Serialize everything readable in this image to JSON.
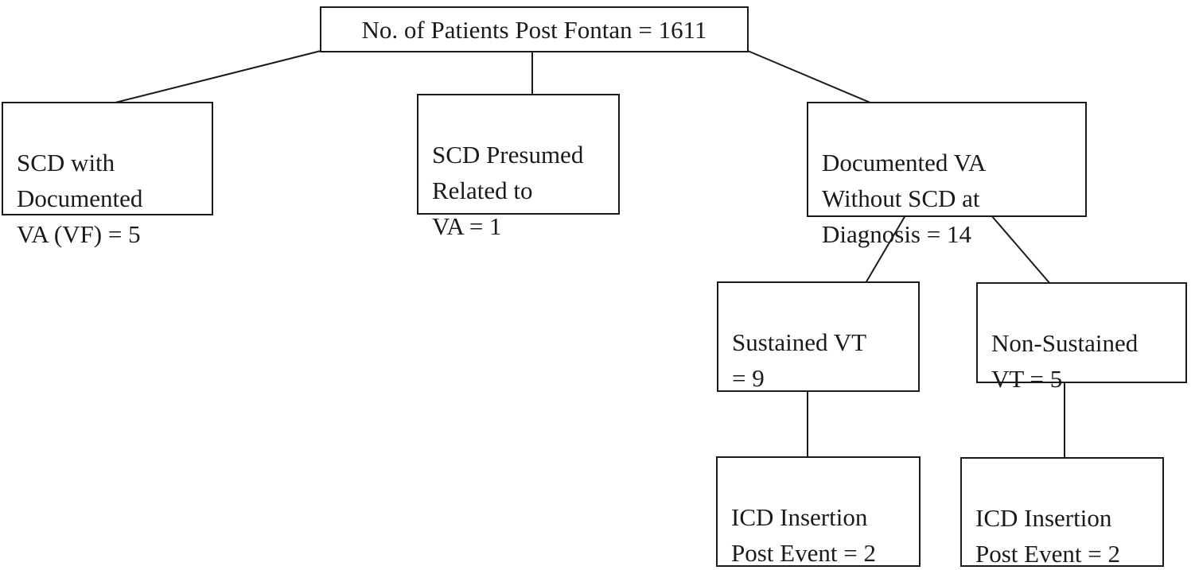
{
  "diagram": {
    "type": "flowchart",
    "background_color": "#ffffff",
    "line_color": "#1a1a1a",
    "text_color": "#1a1a1a",
    "nodes": {
      "root": {
        "label": "No. of Patients Post Fontan = 1611",
        "value": 1611
      },
      "scd_documented_va": {
        "label": "SCD with\nDocumented\nVA (VF) = 5",
        "value": 5
      },
      "scd_presumed_va": {
        "label": "SCD Presumed\nRelated to\nVA = 1",
        "value": 1
      },
      "documented_va_without_scd": {
        "label": "Documented VA\nWithout SCD at\nDiagnosis = 14",
        "value": 14
      },
      "sustained_vt": {
        "label": "Sustained VT\n= 9",
        "value": 9
      },
      "non_sustained_vt": {
        "label": "Non-Sustained\nVT = 5",
        "value": 5
      },
      "icd_post_event_sustained": {
        "label": "ICD Insertion\nPost Event = 2",
        "value": 2
      },
      "icd_post_event_non_sustained": {
        "label": "ICD Insertion\nPost Event = 2",
        "value": 2
      }
    },
    "edges": [
      {
        "from": "root",
        "to": "scd_documented_va"
      },
      {
        "from": "root",
        "to": "scd_presumed_va"
      },
      {
        "from": "root",
        "to": "documented_va_without_scd"
      },
      {
        "from": "documented_va_without_scd",
        "to": "sustained_vt"
      },
      {
        "from": "documented_va_without_scd",
        "to": "non_sustained_vt"
      },
      {
        "from": "sustained_vt",
        "to": "icd_post_event_sustained"
      },
      {
        "from": "non_sustained_vt",
        "to": "icd_post_event_non_sustained"
      }
    ]
  }
}
